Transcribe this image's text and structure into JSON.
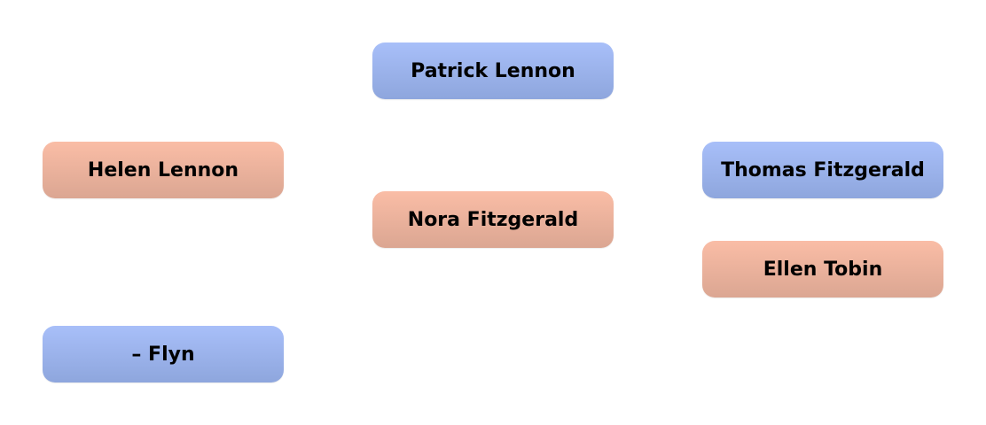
{
  "people": {
    "patrick": {
      "name": "Patrick Lennon",
      "gender": "male"
    },
    "helen": {
      "name": "Helen Lennon",
      "gender": "female"
    },
    "thomas": {
      "name": "Thomas Fitzgerald",
      "gender": "male"
    },
    "nora": {
      "name": "Nora Fitzgerald",
      "gender": "female"
    },
    "ellen": {
      "name": "Ellen Tobin",
      "gender": "female"
    },
    "flyn": {
      "name": "– Flyn",
      "gender": "male"
    }
  },
  "colors": {
    "male_top": "#a8bff9",
    "male_bottom": "#8ea6dd",
    "female_top": "#fabda6",
    "female_bottom": "#dba692"
  }
}
